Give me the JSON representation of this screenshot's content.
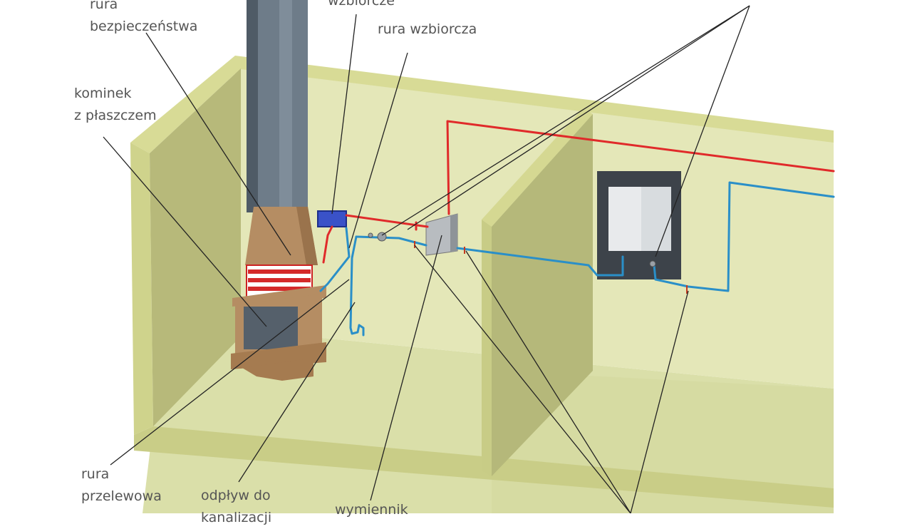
{
  "labels": {
    "rura_bezpieczenstwa": [
      "rura",
      "bezpieczeństwa"
    ],
    "naczynie_wzbiorcze": "wzbiorcze",
    "rura_wzbiorcza": "rura wzbiorcza",
    "kominek": [
      "kominek",
      "z płaszczem"
    ],
    "rura_przelewowa": [
      "rura",
      "przelewowa"
    ],
    "odplyw": [
      "odpływ do",
      "kanalizacji"
    ],
    "wymiennik": "wymiennik"
  },
  "colors": {
    "supply_pipe": "#e02a2a",
    "return_pipe": "#2a8fc8",
    "wall_top": "#d9dc9a",
    "wall_face": "#c9cd87",
    "floor": "#dadfa9",
    "chimney": "#6e7c89",
    "fireplace": "#b58d63",
    "label_text": "#555555",
    "leader_line": "#222222"
  }
}
